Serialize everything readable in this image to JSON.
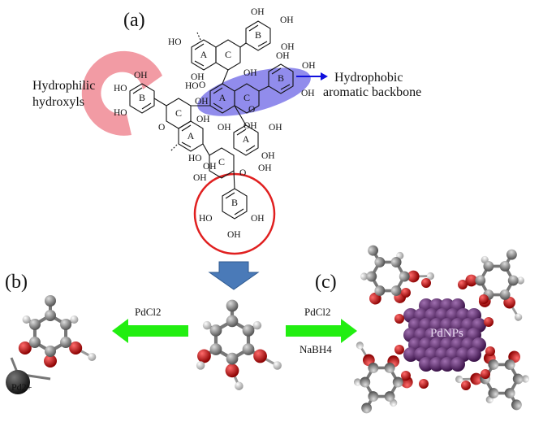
{
  "panels": {
    "a": "(a)",
    "b": "(b)",
    "c": "(c)"
  },
  "annotations": {
    "hydrophilic_line1": "Hydrophilic",
    "hydrophilic_line2": "hydroxyls",
    "hydrophobic_line1": "Hydrophobic",
    "hydrophobic_line2": "aromatic backbone"
  },
  "ring_labels": {
    "A": "A",
    "B": "B",
    "C": "C"
  },
  "groups": {
    "OH": "OH",
    "HO": "HO",
    "O": "O"
  },
  "reactions": {
    "left_reagent": "PdCl2",
    "right_reagent_1": "PdCl2",
    "right_reagent_2": "NaBH4"
  },
  "labels": {
    "pd_ion": "Pd2+",
    "nanoparticles": "PdNPs"
  },
  "colors": {
    "hydrophilic_highlight": "#f08a94",
    "hydrophobic_highlight": "#7a74e8",
    "selection_circle": "#e02020",
    "down_arrow": "#4a7ab8",
    "reaction_arrow": "#22ee11",
    "carbon": "#8a8a8a",
    "oxygen": "#cc1111",
    "hydrogen": "#eeeeee",
    "palladium": "#5a2a6a",
    "pd_ion": "#333333"
  }
}
